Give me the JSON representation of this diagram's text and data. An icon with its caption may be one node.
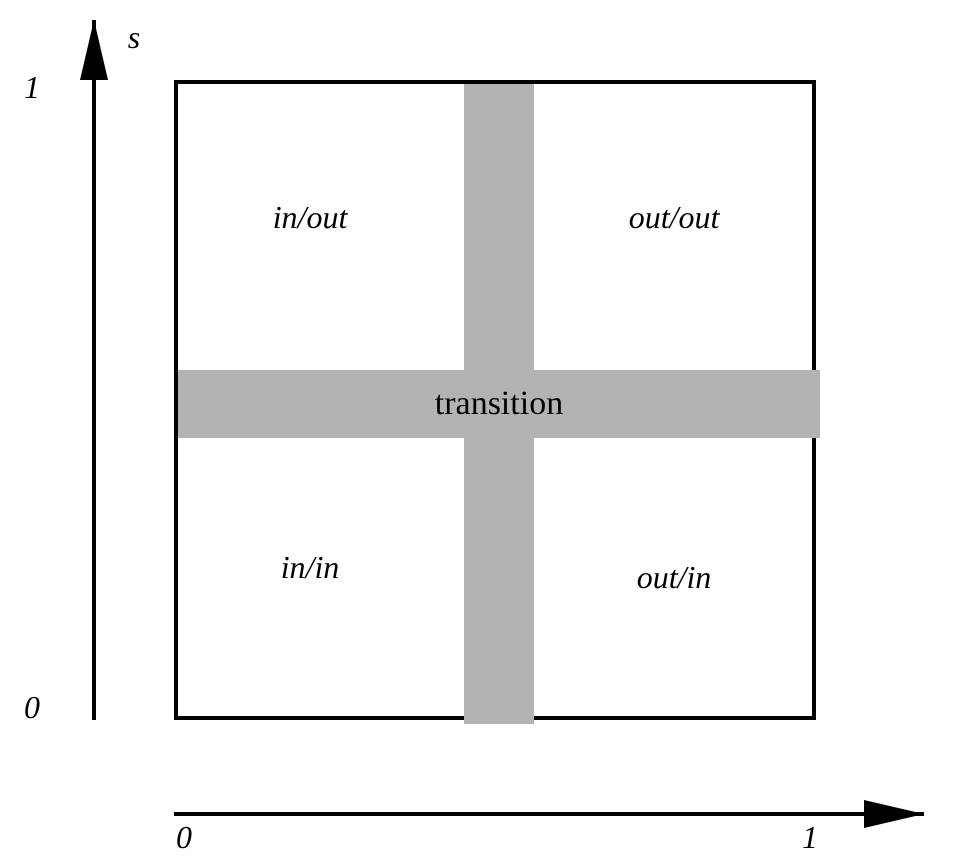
{
  "diagram": {
    "nodes": [
      {
        "text": [],
        "shape": "box"
      },
      {
        "text": [],
        "shape": "bar",
        "in": 0
      },
      {
        "text": [
          "transition"
        ],
        "in": 0
      }
    ],
    "labels": [
      "s",
      "1",
      "in/out",
      "out/out",
      "in/in",
      "out/in",
      "0",
      "0",
      "1"
    ]
  }
}
